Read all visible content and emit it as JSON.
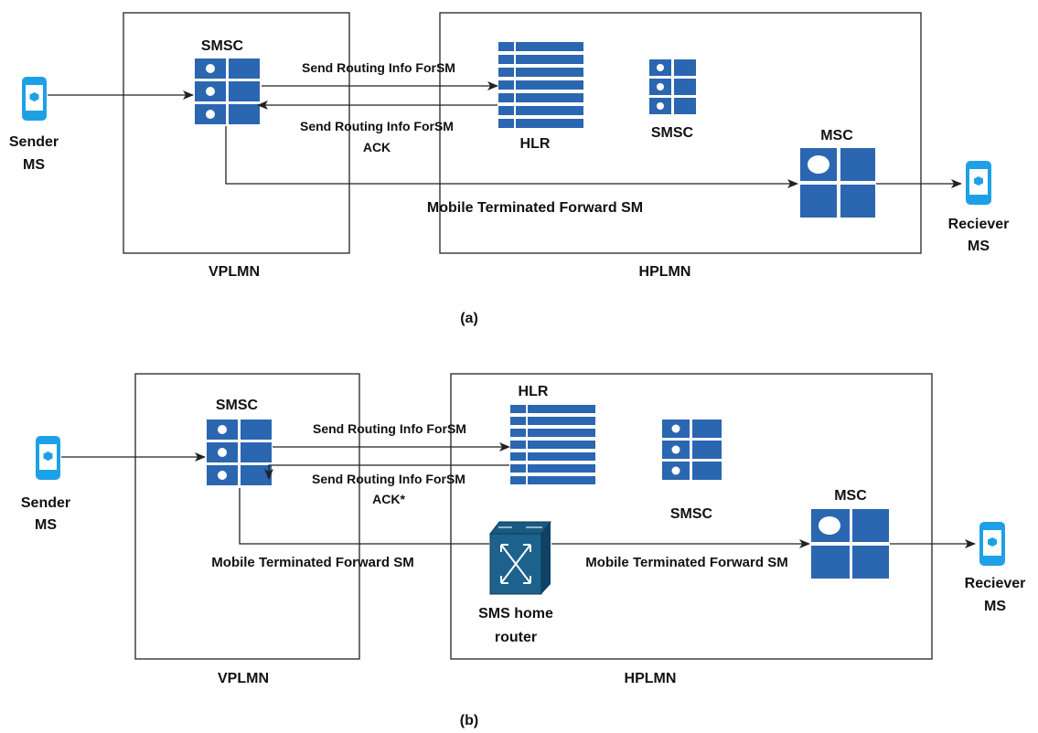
{
  "colors": {
    "node_blue": "#2b66b0",
    "phone_blue": "#1ea0e6",
    "line": "#222222"
  },
  "diagram_a": {
    "caption": "(a)",
    "vplmn_label": "VPLMN",
    "hplmn_label": "HPLMN",
    "sender_label_1": "Sender",
    "sender_label_2": "MS",
    "receiver_label_1": "Reciever",
    "receiver_label_2": "MS",
    "smsc_v_label": "SMSC",
    "hlr_label": "HLR",
    "smsc_h_label": "SMSC",
    "msc_label": "MSC",
    "sri_label": "Send Routing Info ForSM",
    "sri_ack_label_1": "Send Routing Info ForSM",
    "sri_ack_label_2": "ACK",
    "mt_label": "Mobile Terminated Forward SM"
  },
  "diagram_b": {
    "caption": "(b)",
    "vplmn_label": "VPLMN",
    "hplmn_label": "HPLMN",
    "sender_label_1": "Sender",
    "sender_label_2": "MS",
    "receiver_label_1": "Reciever",
    "receiver_label_2": "MS",
    "smsc_v_label": "SMSC",
    "hlr_label": "HLR",
    "smsc_h_label": "SMSC",
    "msc_label": "MSC",
    "sri_label": "Send Routing Info ForSM",
    "sri_ack_label_1": "Send Routing Info ForSM",
    "sri_ack_label_2": "ACK*",
    "mt_label_1": "Mobile Terminated Forward SM",
    "mt_label_2": "Mobile Terminated Forward SM",
    "router_label_1": "SMS home",
    "router_label_2": "router"
  }
}
